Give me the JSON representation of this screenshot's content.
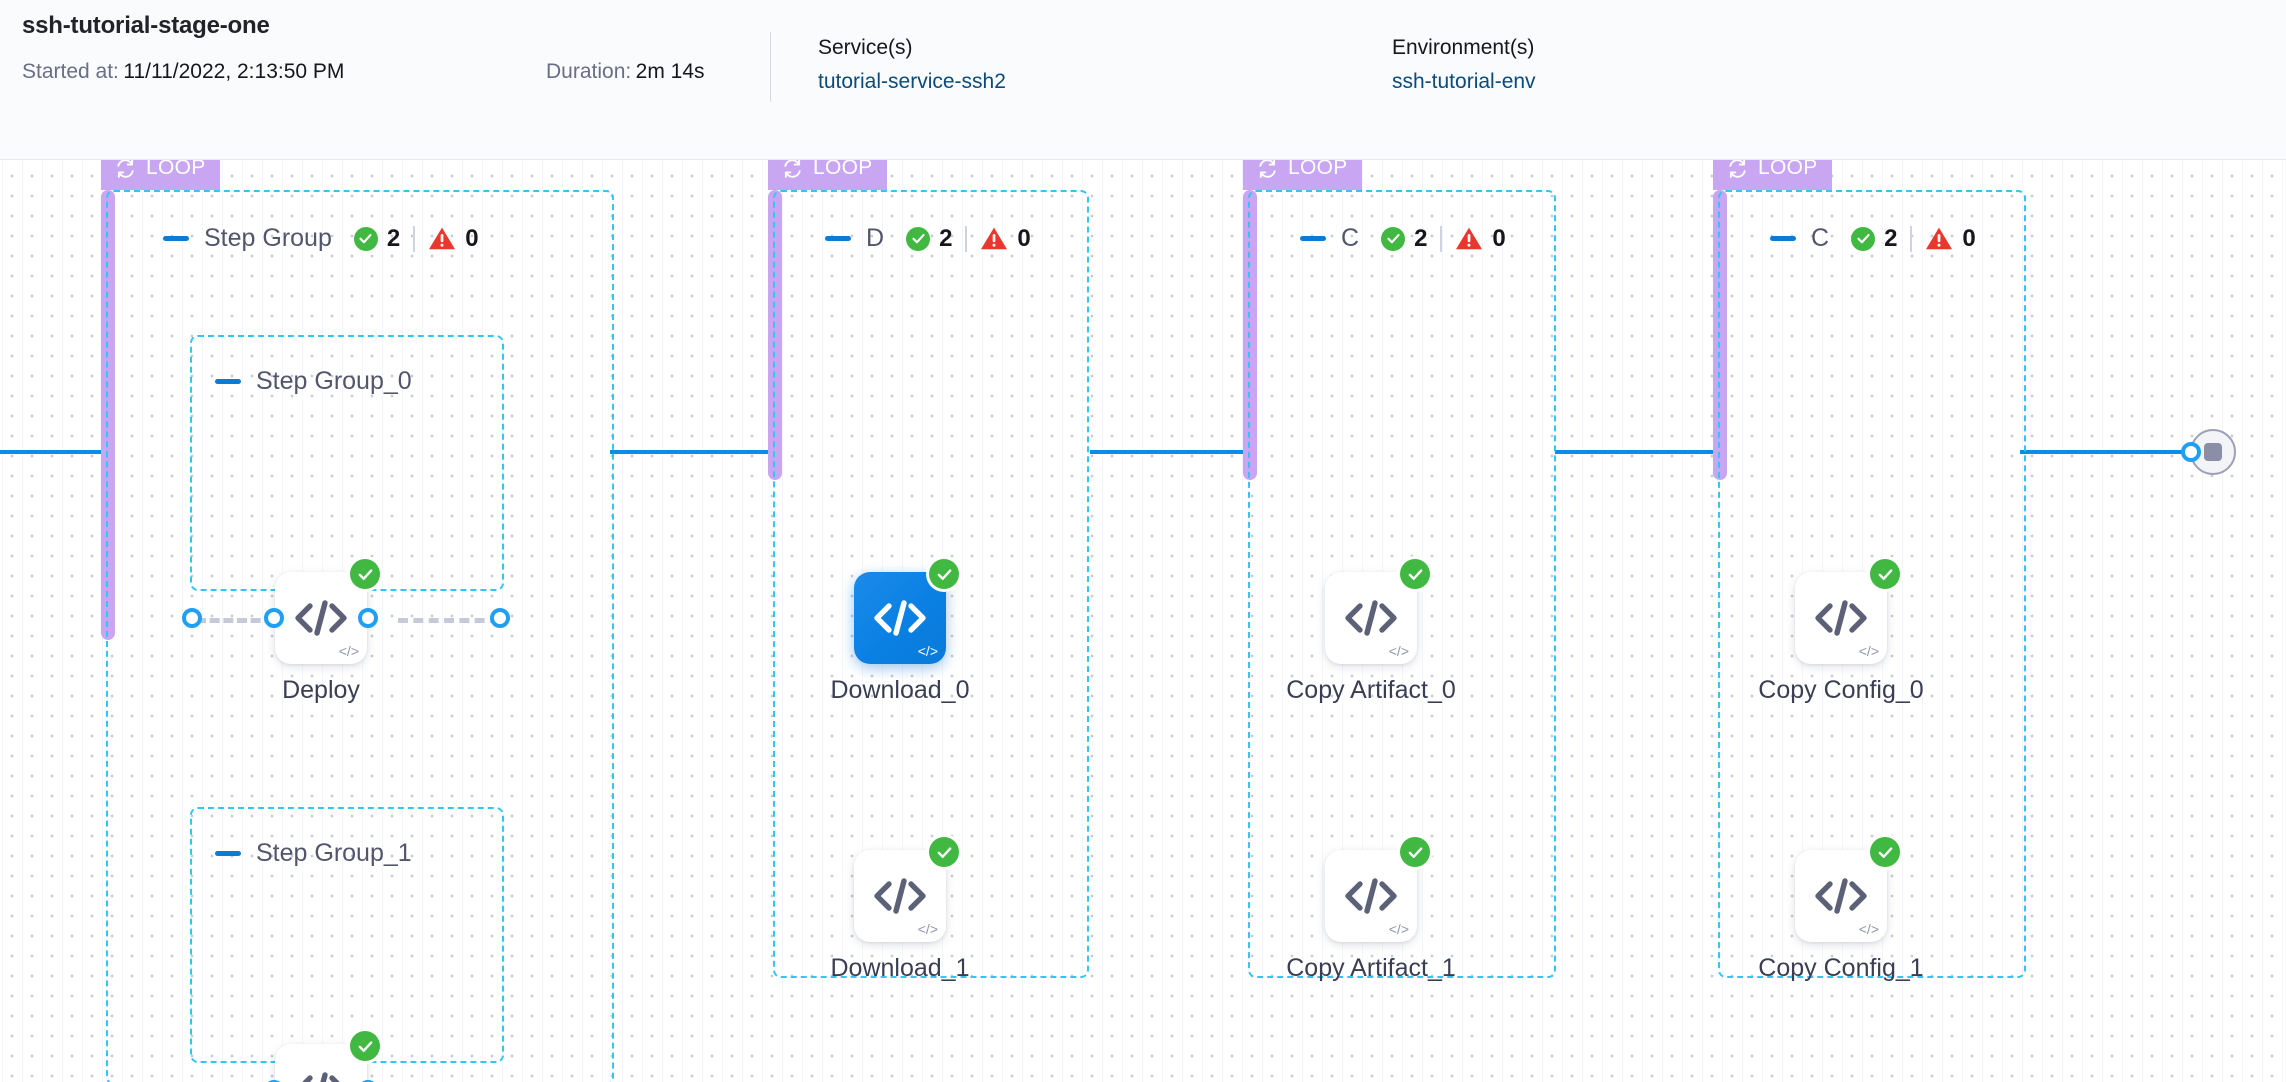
{
  "header": {
    "title": "ssh-tutorial-stage-one",
    "started_label": "Started at:",
    "started_value": "11/11/2022, 2:13:50 PM",
    "duration_label": "Duration:",
    "duration_value": "2m 14s",
    "services_label": "Service(s)",
    "services_value": "tutorial-service-ssh2",
    "environments_label": "Environment(s)",
    "environments_value": "ssh-tutorial-env"
  },
  "colors": {
    "loop_purple": "#c9a6f2",
    "group_dashed": "#33c5f3",
    "edge_blue": "#0b8ce9",
    "success_green": "#41b841",
    "error_red": "#e8372c",
    "selected_node": "#0a80e4",
    "link_blue": "#0b4a7a"
  },
  "groups": [
    {
      "loop_label": "LOOP",
      "title": "Step Group",
      "success_count": "2",
      "error_count": "0",
      "subgroups": [
        {
          "title": "Step Group_0",
          "node_label": "Deploy"
        },
        {
          "title": "Step Group_1",
          "node_label": ""
        }
      ]
    },
    {
      "loop_label": "LOOP",
      "title": "D",
      "success_count": "2",
      "error_count": "0",
      "nodes": [
        {
          "label": "Download_0",
          "selected": true
        },
        {
          "label": "Download_1",
          "selected": false
        }
      ]
    },
    {
      "loop_label": "LOOP",
      "title": "C",
      "success_count": "2",
      "error_count": "0",
      "nodes": [
        {
          "label": "Copy Artifact_0",
          "selected": false
        },
        {
          "label": "Copy Artifact_1",
          "selected": false
        }
      ]
    },
    {
      "loop_label": "LOOP",
      "title": "C",
      "success_count": "2",
      "error_count": "0",
      "nodes": [
        {
          "label": "Copy Config_0",
          "selected": false
        },
        {
          "label": "Copy Config_1",
          "selected": false
        }
      ]
    }
  ],
  "node_icon": "code-icon",
  "node_mini_icon": "code-mini-icon",
  "end_node": "stop-icon"
}
